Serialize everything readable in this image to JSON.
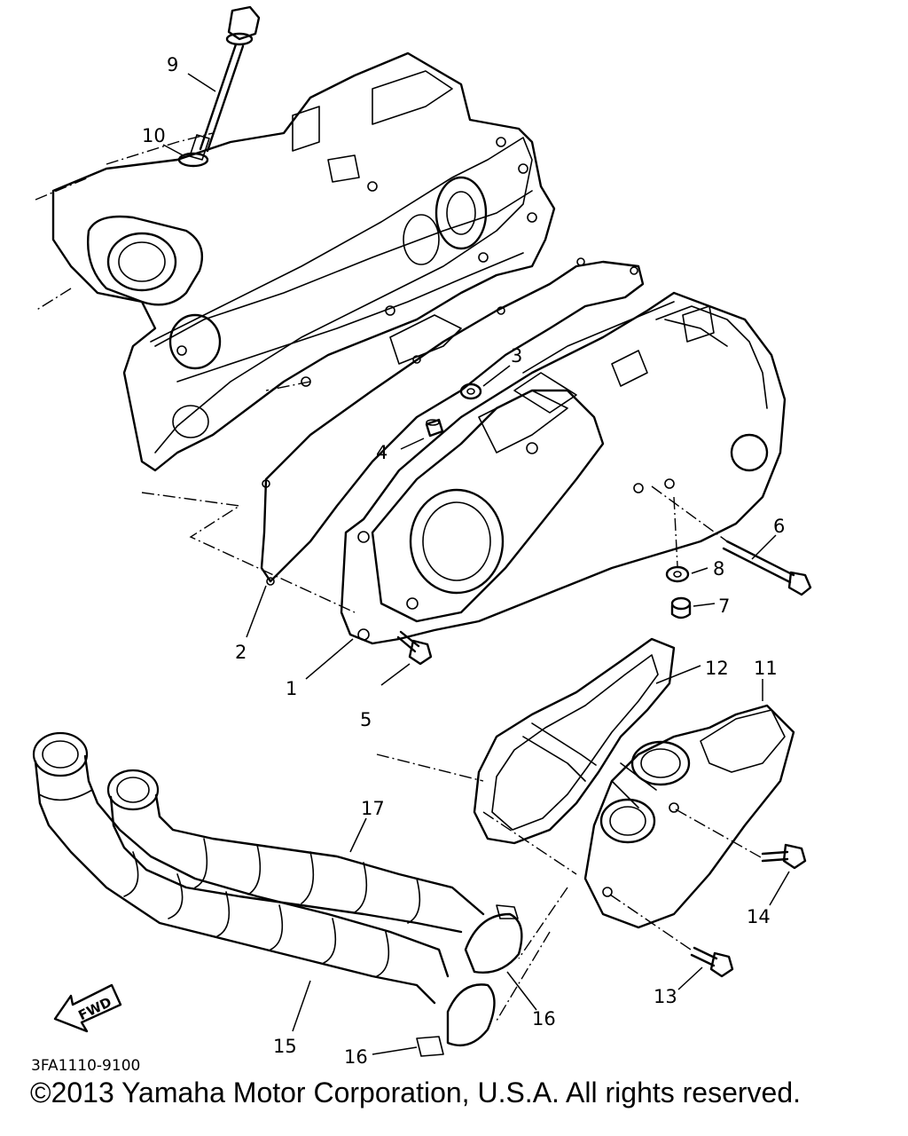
{
  "diagram": {
    "labels": {
      "p1": "1",
      "p2": "2",
      "p3": "3",
      "p4": "4",
      "p5": "5",
      "p6": "6",
      "p7": "7",
      "p8": "8",
      "p9": "9",
      "p10": "10",
      "p11": "11",
      "p12": "12",
      "p13": "13",
      "p14": "14",
      "p15": "15",
      "p16a": "16",
      "p16b": "16",
      "p17": "17"
    },
    "fwd_marker": "FWD",
    "drawing_code": "3FA1110-9100"
  },
  "footer": {
    "copyright": "©2013 Yamaha Motor Corporation, U.S.A. All rights reserved."
  }
}
